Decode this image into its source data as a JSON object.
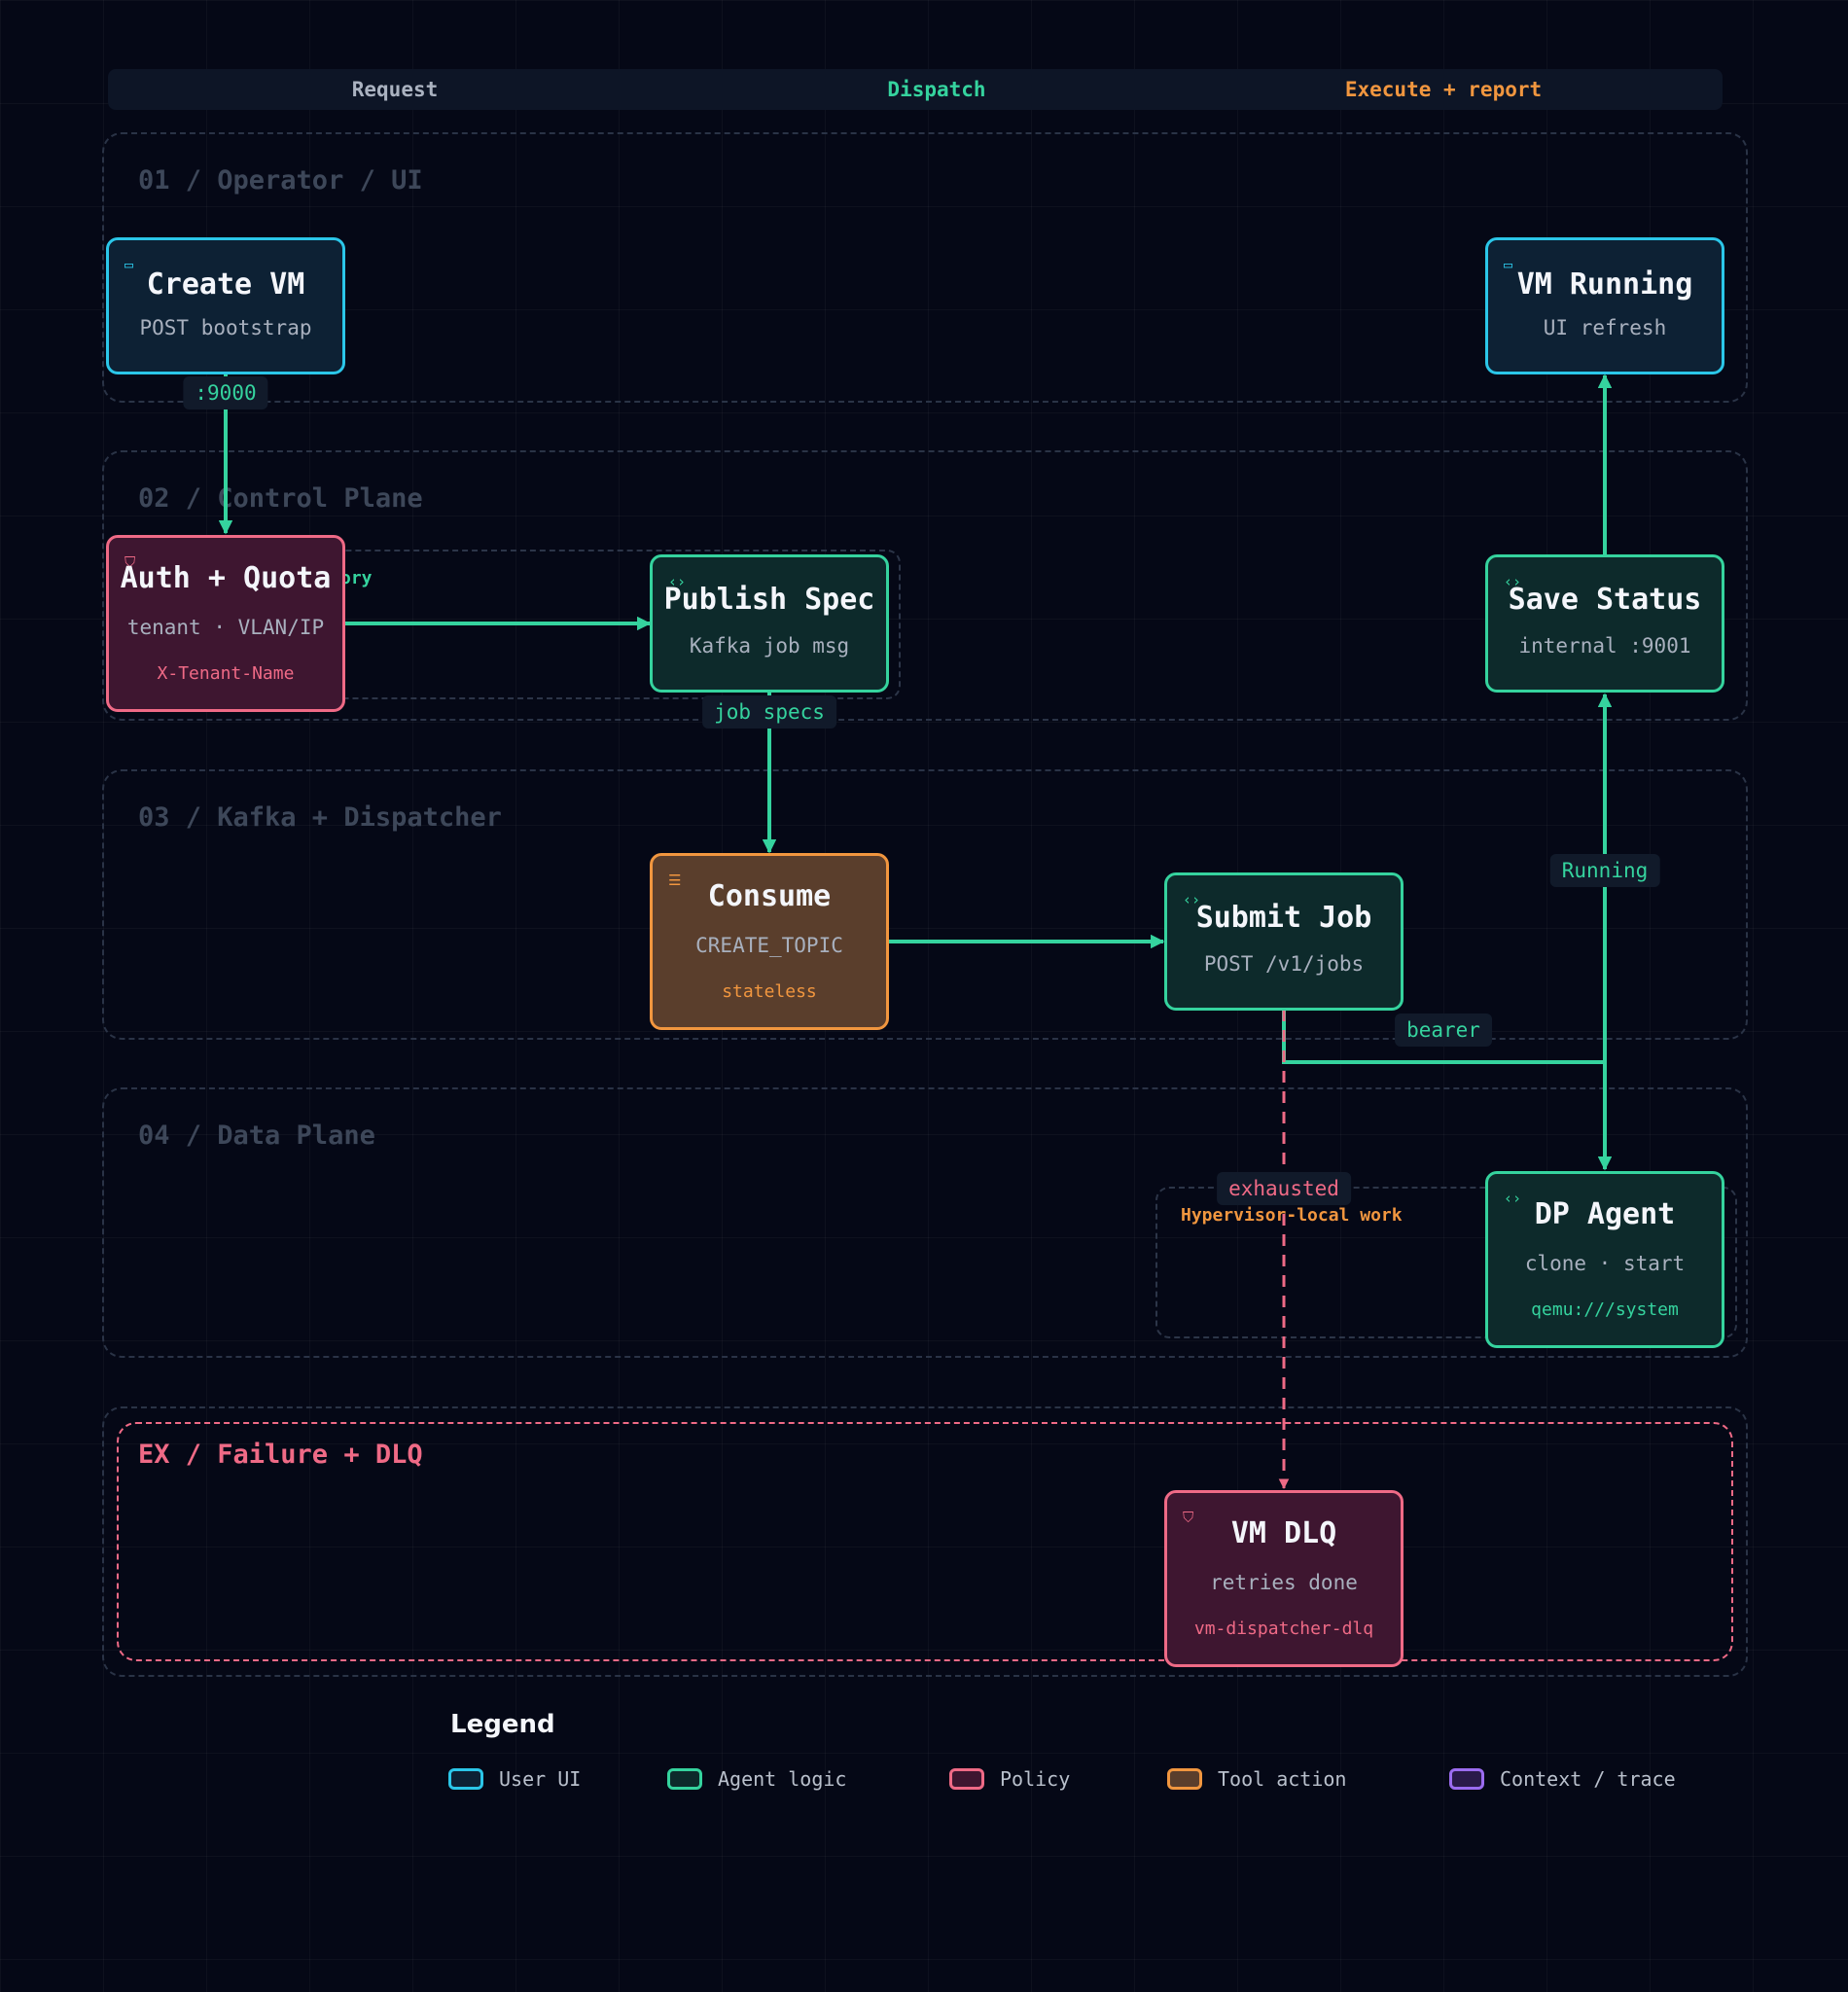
{
  "columns": [
    {
      "label": "Request",
      "color": "#aab2c0"
    },
    {
      "label": "Dispatch",
      "color": "#35d39e"
    },
    {
      "label": "Execute + report",
      "color": "#f1963f"
    }
  ],
  "lanes": [
    {
      "label": "01 / Operator / UI"
    },
    {
      "label": "02 / Control Plane"
    },
    {
      "label": "03 / Kafka + Dispatcher"
    },
    {
      "label": "04 / Data Plane"
    },
    {
      "label": "EX / Failure + DLQ"
    }
  ],
  "groups": {
    "control_plane_group": "ory",
    "hypervisor_group": "Hypervisor-local work"
  },
  "nodes": {
    "create_vm": {
      "title": "Create VM",
      "subtitle": "POST bootstrap",
      "icon": "window-icon"
    },
    "vm_running": {
      "title": "VM Running",
      "subtitle": "UI refresh",
      "icon": "window-icon"
    },
    "auth_quota": {
      "title": "Auth + Quota",
      "subtitle": "tenant · VLAN/IP",
      "extra": "X-Tenant-Name",
      "icon": "shield-icon"
    },
    "publish_spec": {
      "title": "Publish Spec",
      "subtitle": "Kafka job msg",
      "icon": "code-icon"
    },
    "save_status": {
      "title": "Save Status",
      "subtitle": "internal :9001",
      "icon": "code-icon"
    },
    "consume": {
      "title": "Consume",
      "subtitle": "CREATE_TOPIC",
      "extra": "stateless",
      "icon": "sliders-icon"
    },
    "submit_job": {
      "title": "Submit Job",
      "subtitle": "POST /v1/jobs",
      "icon": "code-icon"
    },
    "dp_agent": {
      "title": "DP Agent",
      "subtitle": "clone · start",
      "extra": "qemu:///system",
      "icon": "code-icon"
    },
    "vm_dlq": {
      "title": "VM DLQ",
      "subtitle": "retries done",
      "extra": "vm-dispatcher-dlq",
      "icon": "shield-icon"
    }
  },
  "edge_labels": {
    "port_9000": ":9000",
    "job_specs": "job specs",
    "running": "Running",
    "bearer": "bearer",
    "exhausted": "exhausted"
  },
  "legend": {
    "title": "Legend",
    "items": [
      {
        "label": "User UI",
        "color": "#2bc6e8",
        "fill": "#0d2134"
      },
      {
        "label": "Agent logic",
        "color": "#35d39e",
        "fill": "#0d2a2b"
      },
      {
        "label": "Policy",
        "color": "#ef6a86",
        "fill": "#3e1630"
      },
      {
        "label": "Tool action",
        "color": "#f1963f",
        "fill": "#5a3e2c"
      },
      {
        "label": "Context / trace",
        "color": "#9b6cf0",
        "fill": "#2a1a4a"
      }
    ]
  }
}
